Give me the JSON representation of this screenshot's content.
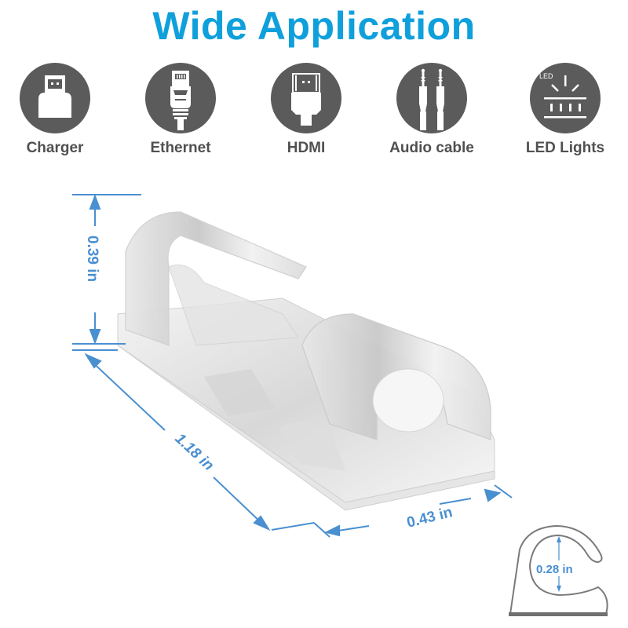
{
  "header": {
    "title": "Wide Application"
  },
  "applications": [
    {
      "label": "Charger",
      "icon": "usb-plug-icon"
    },
    {
      "label": "Ethernet",
      "icon": "ethernet-plug-icon"
    },
    {
      "label": "HDMI",
      "icon": "hdmi-plug-icon"
    },
    {
      "label": "Audio cable",
      "icon": "audio-jack-icon"
    },
    {
      "label": "LED Lights",
      "icon": "led-strip-icon",
      "badge": "LED"
    }
  ],
  "dimensions": {
    "height": "0.39 in",
    "length": "1.18 in",
    "width": "0.43 in",
    "inner_diameter": "0.28 in"
  },
  "colors": {
    "title": "#0fa0dc",
    "icon_bg": "#5b5b5b",
    "label": "#505050",
    "dimension": "#4a8fd0"
  }
}
